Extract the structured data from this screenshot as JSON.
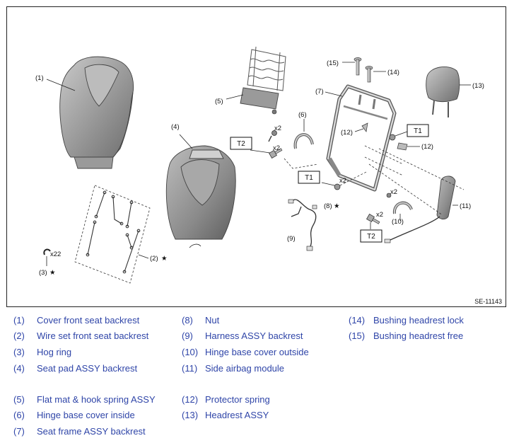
{
  "figure_code": "SE-11143",
  "callouts": {
    "c1": "(1)",
    "c2": "(2)",
    "c3": "(3)",
    "c4": "(4)",
    "c5": "(5)",
    "c6": "(6)",
    "c7": "(7)",
    "c8": "(8)",
    "c9": "(9)",
    "c10": "(10)",
    "c11": "(11)",
    "c12a": "(12)",
    "c12b": "(12)",
    "c13": "(13)",
    "c14": "(14)",
    "c15": "(15)"
  },
  "star": "★",
  "quantities": {
    "q22": "x22",
    "q6": "x2",
    "qbolt": "x2",
    "q8": "x2",
    "q10": "x2",
    "q11": "x2"
  },
  "torque_labels": {
    "t1a": "T1",
    "t1b": "T1",
    "t2a": "T2",
    "t2b": "T2"
  },
  "legend": [
    {
      "num": "(1)",
      "name": "Cover front seat backrest"
    },
    {
      "num": "(2)",
      "name": "Wire set front seat backrest"
    },
    {
      "num": "(3)",
      "name": "Hog ring"
    },
    {
      "num": "(4)",
      "name": "Seat pad ASSY backrest"
    },
    {
      "num": "(5)",
      "name": "Flat mat & hook spring ASSY"
    },
    {
      "num": "(6)",
      "name": "Hinge base cover inside"
    },
    {
      "num": "(7)",
      "name": "Seat frame ASSY backrest"
    },
    {
      "num": "(8)",
      "name": "Nut"
    },
    {
      "num": "(9)",
      "name": "Harness ASSY backrest"
    },
    {
      "num": "(10)",
      "name": "Hinge base cover outside"
    },
    {
      "num": "(11)",
      "name": "Side airbag module"
    },
    {
      "num": "(12)",
      "name": "Protector spring"
    },
    {
      "num": "(13)",
      "name": "Headrest ASSY"
    },
    {
      "num": "(14)",
      "name": "Bushing headrest lock"
    },
    {
      "num": "(15)",
      "name": "Bushing headrest free"
    }
  ]
}
